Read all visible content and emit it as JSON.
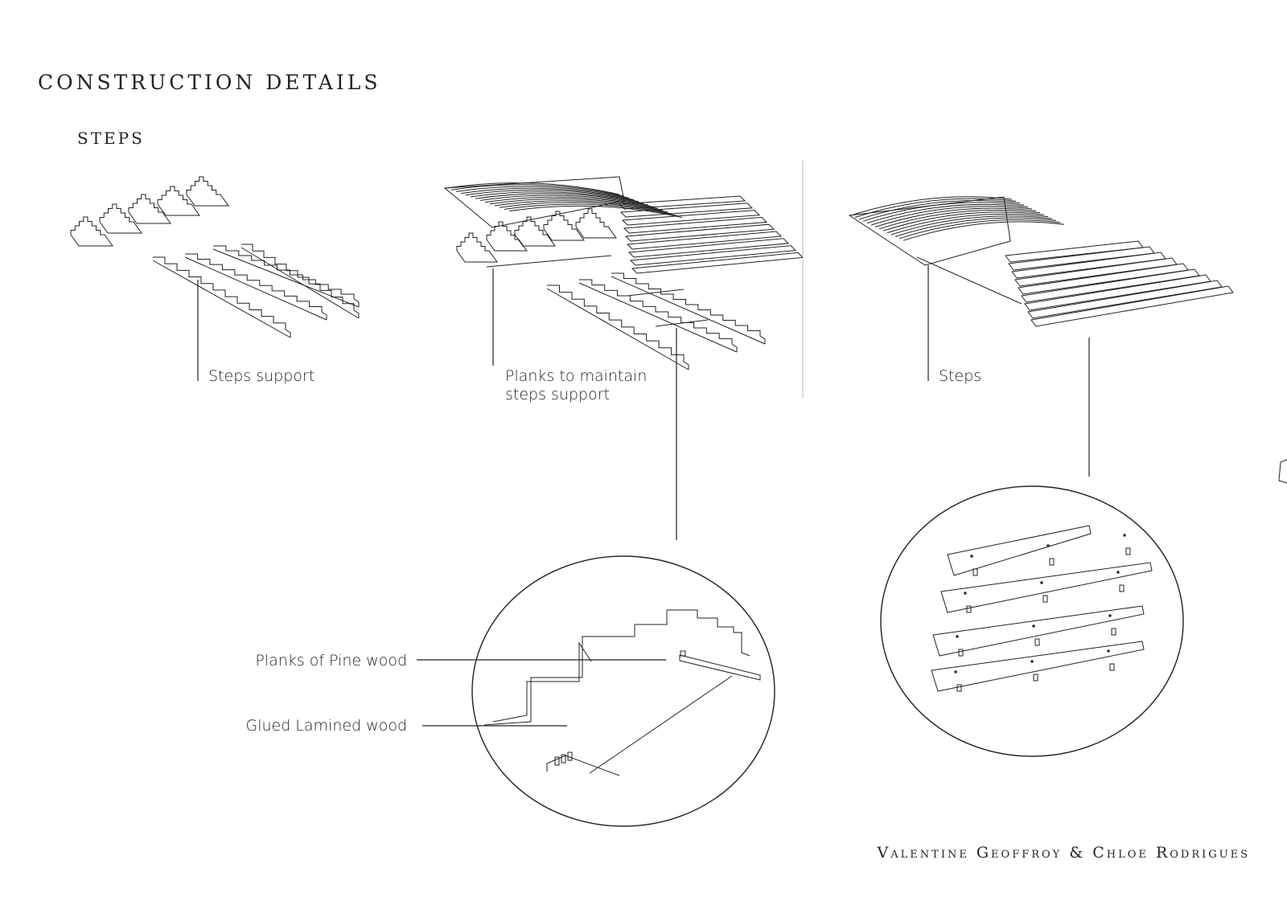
{
  "title": "CONSTRUCTION DETAILS",
  "subtitle": "STEPS",
  "labels": {
    "steps_support": "Steps support",
    "planks_maintain_line1": "Planks to maintain",
    "planks_maintain_line2": "steps support",
    "steps": "Steps",
    "planks_pine": "Planks of Pine wood",
    "glued_lamined": "Glued Lamined wood"
  },
  "credits": "Valentine Geoffroy & Chloe Rodrigues",
  "colors": {
    "ink": "#222222",
    "background": "#ffffff"
  }
}
